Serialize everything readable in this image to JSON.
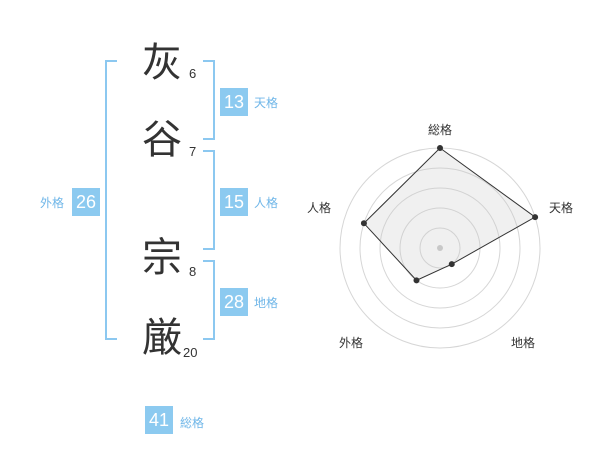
{
  "name_chars": [
    {
      "char": "灰",
      "strokes": "6"
    },
    {
      "char": "谷",
      "strokes": "7"
    },
    {
      "char": "宗",
      "strokes": "8"
    },
    {
      "char": "厳",
      "strokes": "20"
    }
  ],
  "kakusu": {
    "tenkaku": {
      "value": "13",
      "label": "天格"
    },
    "jinkaku": {
      "value": "15",
      "label": "人格"
    },
    "chikaku": {
      "value": "28",
      "label": "地格"
    },
    "gaikaku": {
      "value": "26",
      "label": "外格"
    },
    "soukaku": {
      "value": "41",
      "label": "総格"
    }
  },
  "chart_data": {
    "type": "radar",
    "axes": [
      "総格",
      "天格",
      "地格",
      "外格",
      "人格"
    ],
    "values": [
      5,
      5,
      1,
      2,
      4
    ],
    "max": 5,
    "rings": 5
  },
  "colors": {
    "accent": "#8ccaf0",
    "text": "#333333"
  }
}
